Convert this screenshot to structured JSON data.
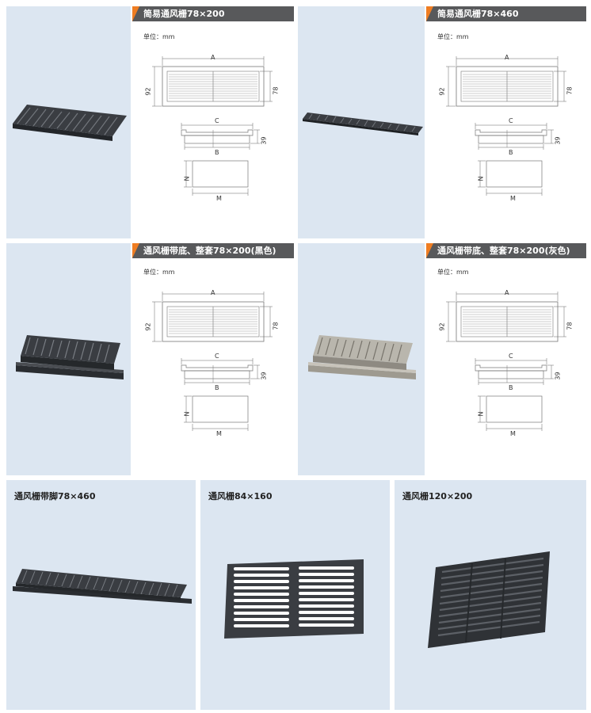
{
  "unit_label": "单位：mm",
  "dim_labels": {
    "A": "A",
    "B": "B",
    "C": "C",
    "M": "M",
    "N": "N",
    "h92": "92",
    "h78": "78",
    "h39": "39"
  },
  "panels": [
    {
      "title": "简易通风栅78×200"
    },
    {
      "title": "简易通风栅78×460"
    },
    {
      "title": "通风栅带底、整套78×200(黑色)"
    },
    {
      "title": "通风栅带底、整套78×200(灰色)"
    }
  ],
  "bottom": [
    {
      "title": "通风栅带脚78×460"
    },
    {
      "title": "通风栅84×160"
    },
    {
      "title": "通风栅120×200"
    }
  ],
  "colors": {
    "bar_bg": "#58595b",
    "bar_accent": "#ef7d22",
    "panel_bg": "#dce6f1",
    "grate_dark": "#3a3d42",
    "grate_grey": "#b9b6ad"
  }
}
